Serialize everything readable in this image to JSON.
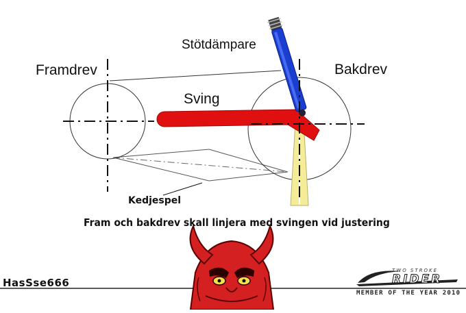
{
  "labels": {
    "framdrev": "Framdrev",
    "bakdrev": "Bakdrev",
    "sving": "Sving",
    "stotdampare": "Stötdämpare",
    "kedjespel": "Kedjespel",
    "caption": "Fram och bakdrev skall linjera med svingen vid justering"
  },
  "footer": {
    "username": "HasSse666",
    "logo_small": "TWO STROKE",
    "logo_main": "RIDER",
    "member": "MEMBER OF THE YEAR 2010"
  },
  "colors": {
    "swingarm": "#e01010",
    "shock": "#1a3fd0",
    "laser": "#f5ec9a",
    "devil": "#d42020"
  },
  "icons": {
    "mascot": "devil-mascot-icon",
    "logo": "two-stroke-rider-swoosh-icon"
  }
}
